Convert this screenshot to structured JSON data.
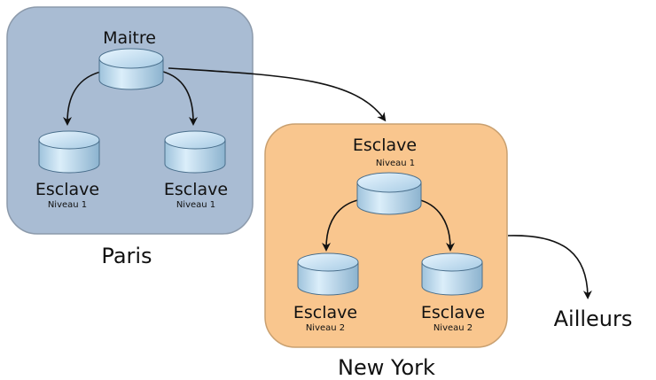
{
  "regions": {
    "paris": {
      "label": "Paris",
      "color": "#a9bcd3"
    },
    "newyork": {
      "label": "New York",
      "color": "#f9c68e"
    }
  },
  "nodes": {
    "paris_master": {
      "name": "Maitre",
      "level": ""
    },
    "paris_slave_left": {
      "name": "Esclave",
      "level": "Niveau 1"
    },
    "paris_slave_right": {
      "name": "Esclave",
      "level": "Niveau 1"
    },
    "ny_slave_top": {
      "name": "Esclave",
      "level": "Niveau 1"
    },
    "ny_slave_left": {
      "name": "Esclave",
      "level": "Niveau 2"
    },
    "ny_slave_right": {
      "name": "Esclave",
      "level": "Niveau 2"
    }
  },
  "external": {
    "label": "Ailleurs"
  }
}
